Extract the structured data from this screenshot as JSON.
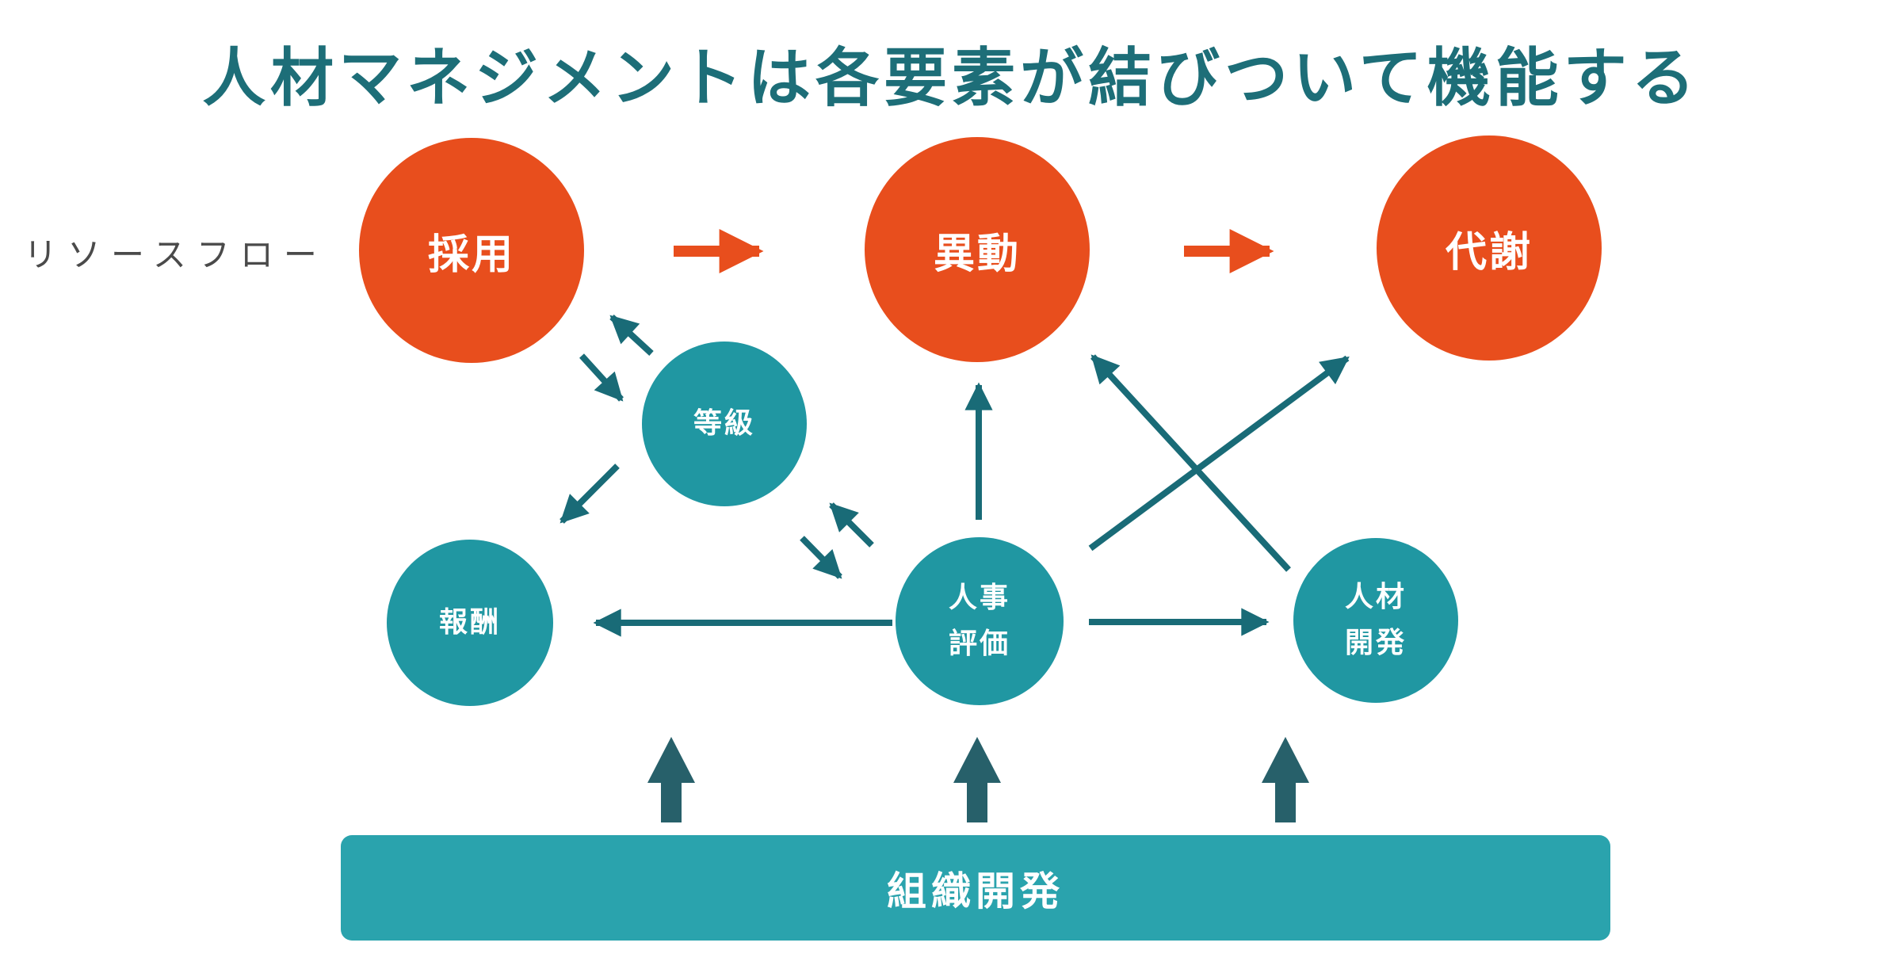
{
  "title": "人材マネジメントは各要素が結びついて機能する",
  "row_label": "リソースフロー",
  "nodes": {
    "recruitment": {
      "label": "採用"
    },
    "transfer": {
      "label": "異動"
    },
    "turnover": {
      "label": "代謝"
    },
    "grade": {
      "label": "等級"
    },
    "compensation": {
      "label": "報酬"
    },
    "hr_evaluation": {
      "line1": "人事",
      "line2": "評価"
    },
    "hr_development": {
      "line1": "人材",
      "line2": "開発"
    }
  },
  "bar": {
    "label": "組織開発"
  },
  "colors": {
    "orange_node": "#E84E1D",
    "teal_node": "#2097A2",
    "teal_bar": "#2AA3AD",
    "thin_arrow": "#196B77",
    "thick_arrow": "#27606A",
    "title_text": "#1D6E78",
    "row_label_text": "#4A4A4A"
  },
  "edges": [
    {
      "from": "採用",
      "to": "異動",
      "type": "flow-orange"
    },
    {
      "from": "異動",
      "to": "代謝",
      "type": "flow-orange"
    },
    {
      "from": "採用",
      "to": "等級",
      "type": "bidirectional"
    },
    {
      "from": "等級",
      "to": "報酬",
      "type": "single"
    },
    {
      "from": "等級",
      "to": "人事評価",
      "type": "bidirectional"
    },
    {
      "from": "人事評価",
      "to": "報酬",
      "type": "single"
    },
    {
      "from": "人事評価",
      "to": "人材開発",
      "type": "single"
    },
    {
      "from": "人事評価",
      "to": "異動",
      "type": "single"
    },
    {
      "from": "人事評価",
      "to": "代謝",
      "type": "single"
    },
    {
      "from": "人材開発",
      "to": "異動",
      "type": "single"
    },
    {
      "from": "組織開発",
      "type": "support-up",
      "arrows": 3
    }
  ]
}
